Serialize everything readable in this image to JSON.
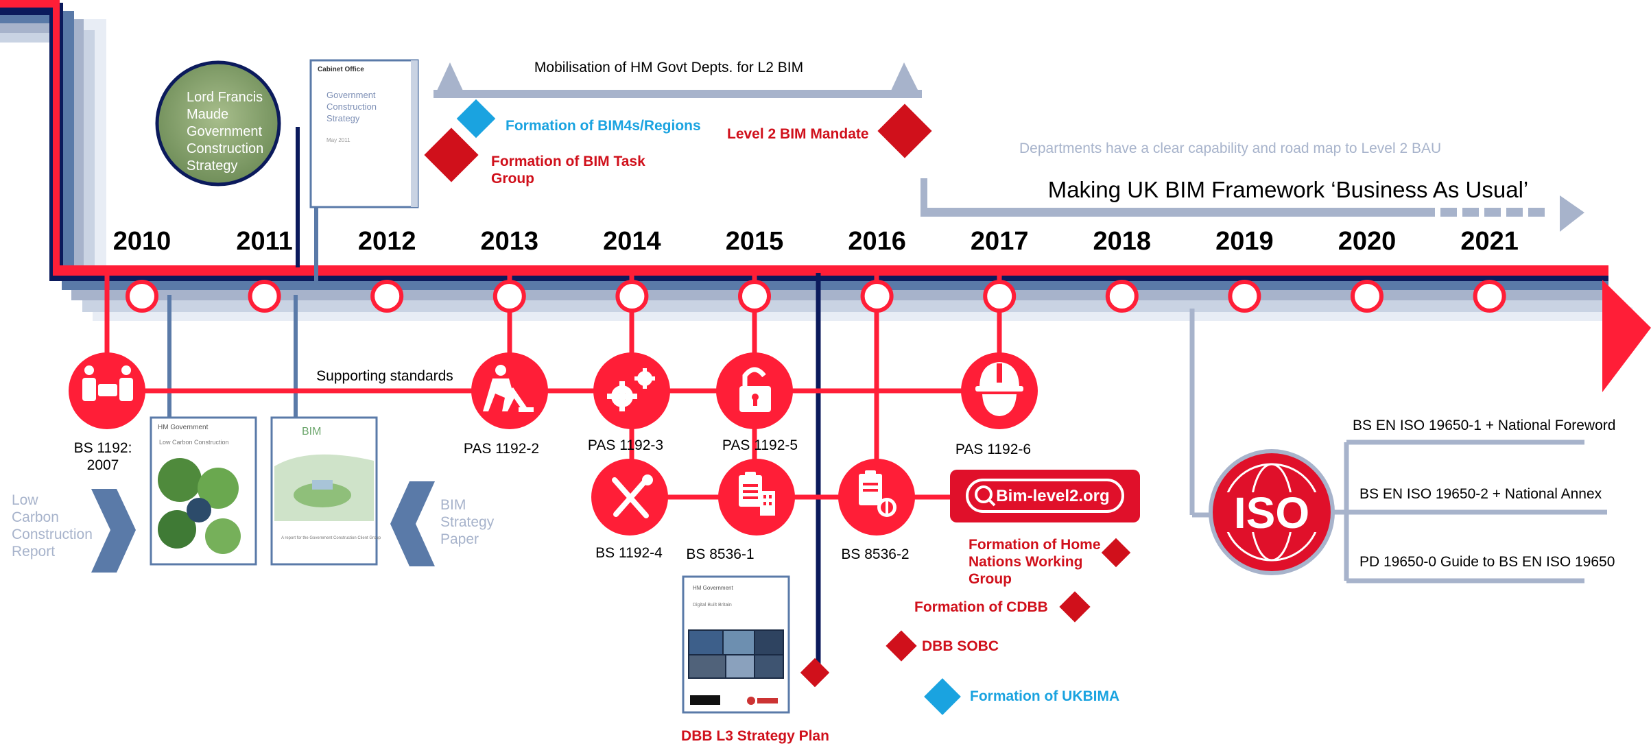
{
  "years": [
    "2010",
    "2011",
    "2012",
    "2013",
    "2014",
    "2015",
    "2016",
    "2017",
    "2018",
    "2019",
    "2020",
    "2021"
  ],
  "colors": {
    "red": "#ff1e37",
    "dark_red": "#d0101b",
    "navy": "#0b1a5c",
    "steel": "#5a7aa8",
    "light_steel": "#a7b3cb",
    "cyan": "#1aa3e0"
  },
  "left_circle": {
    "lines": [
      "Lord Francis",
      "Maude",
      "Government",
      "Construction",
      "Strategy"
    ]
  },
  "report_cover": {
    "brand": "Cabinet Office",
    "lines": [
      "Government",
      "Construction",
      "Strategy"
    ],
    "date": "May 2011"
  },
  "mobilisation": "Mobilisation of HM Govt Depts. for L2 BIM",
  "bim4s": "Formation of BIM4s/Regions",
  "task_group": [
    "Formation of BIM Task",
    "Group"
  ],
  "mandate": "Level 2 BIM Mandate",
  "capability": "Departments have a clear capability and road map to Level 2 BAU",
  "framework": "Making UK BIM Framework ‘Business As Usual’",
  "supporting": "Supporting standards",
  "standards": {
    "bs1192": [
      "BS 1192:",
      "2007"
    ],
    "pas1192_2": "PAS 1192-2",
    "pas1192_3": "PAS 1192-3",
    "pas1192_5": "PAS 1192-5",
    "pas1192_6": "PAS 1192-6",
    "bs1192_4": "BS 1192-4",
    "bs8536_1": "BS 8536-1",
    "bs8536_2": "BS 8536-2"
  },
  "low_carbon": [
    "Low",
    "Carbon",
    "Construction",
    "Report"
  ],
  "bim_strategy": [
    "BIM",
    "Strategy",
    "Paper"
  ],
  "booklet1": {
    "brand": "HM Government",
    "title": "Low Carbon Construction"
  },
  "booklet2": {
    "brand": "BIM",
    "title": "A report for the Government Construction Client Group"
  },
  "booklet3": {
    "brand": "HM Government",
    "title": "Digital Built Britain"
  },
  "bim_level2_org": "Bim-level2.org",
  "home_nations": [
    "Formation of Home",
    "Nations Working",
    "Group"
  ],
  "cdbb": "Formation of CDBB",
  "sobc": "DBB SOBC",
  "ukbima": "Formation of UKBIMA",
  "dbb_plan": "DBB L3 Strategy Plan",
  "iso_logo": "ISO",
  "iso_items": [
    "BS EN ISO 19650-1 + National Foreword",
    "BS EN ISO 19650-2 + National Annex",
    "PD 19650-0  Guide to BS EN ISO 19650"
  ]
}
